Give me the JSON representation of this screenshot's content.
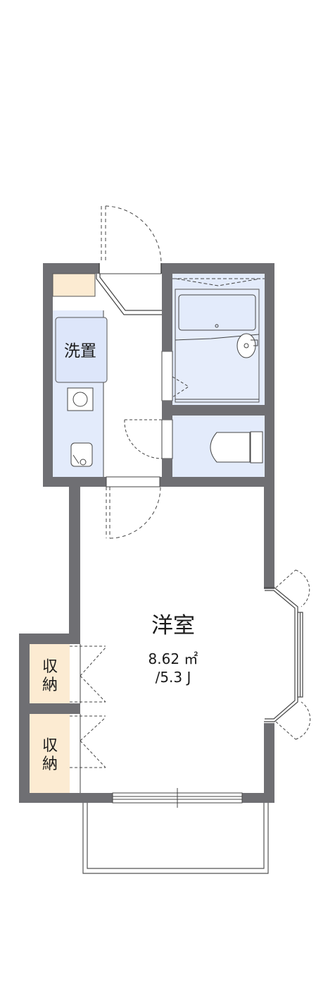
{
  "rooms": {
    "washroom": {
      "label": "洗置"
    },
    "western_room": {
      "label": "洋室",
      "area": "8.62 ㎡",
      "tatami": "/5.3 J"
    },
    "closet_upper": {
      "label_line1": "収",
      "label_line2": "納"
    },
    "closet_lower": {
      "label_line1": "収",
      "label_line2": "納"
    }
  },
  "colors": {
    "wall": "#6f6f73",
    "wet_area": "#e3ebfb",
    "storage": "#fcebd2",
    "floor": "#ffffff",
    "line": "#333333"
  }
}
